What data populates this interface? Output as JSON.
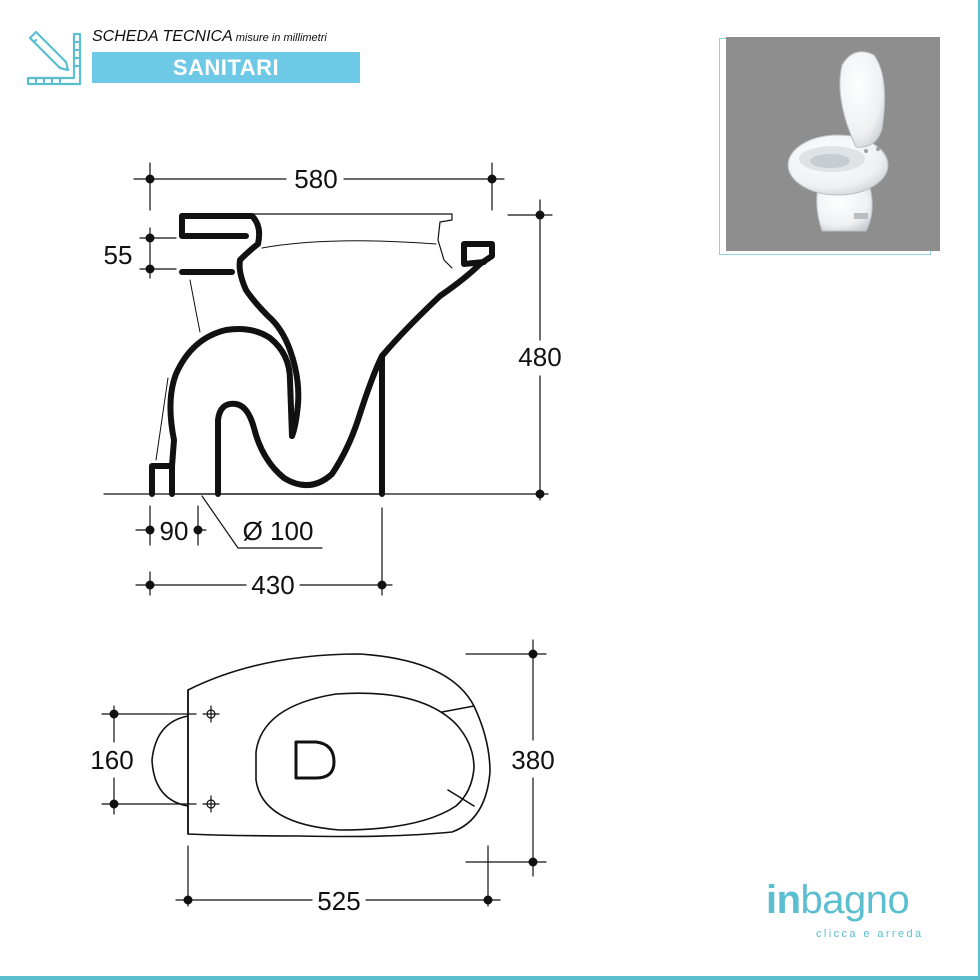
{
  "header": {
    "title": "SCHEDA TECNICA",
    "subtitle": "misure in millimetri",
    "category": "SANITARI"
  },
  "side_view": {
    "width_total": "580",
    "height_total": "480",
    "inlet_height": "55",
    "outlet_offset": "90",
    "outlet_diameter": "Ø 100",
    "base_depth": "430"
  },
  "top_view": {
    "length": "525",
    "width": "380",
    "fixing_spacing": "160"
  },
  "brand": {
    "name_prefix": "in",
    "name_suffix": "bagno",
    "tagline": "clicca e arreda"
  },
  "colors": {
    "accent": "#6ec9e6",
    "frame": "#5bbfd0",
    "photo_background": "#8e8e8e",
    "line": "#111111"
  }
}
